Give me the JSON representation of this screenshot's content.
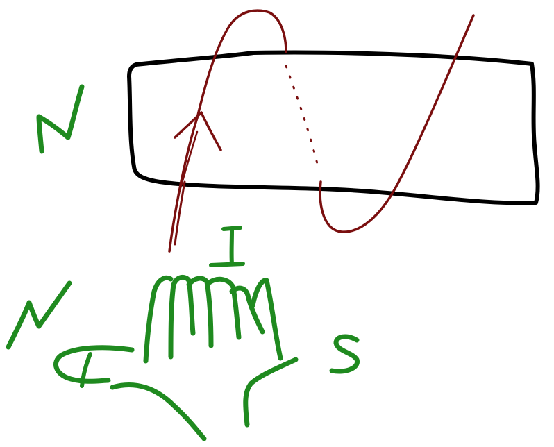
{
  "diagram": {
    "labels": {
      "north_pole_top": "N",
      "north_pole_hand": "N",
      "south_pole_hand": "S",
      "current": "I"
    },
    "colors": {
      "background": "#ffffff",
      "magnet_outline": "#000000",
      "wire": "#7a0f0f",
      "annotation": "#1f8a1f"
    },
    "icons": {
      "magnet": "bar-magnet-outline",
      "wire": "current-carrying-wire-loop",
      "direction": "arrowhead-icon",
      "hand": "right-hand-icon"
    }
  }
}
